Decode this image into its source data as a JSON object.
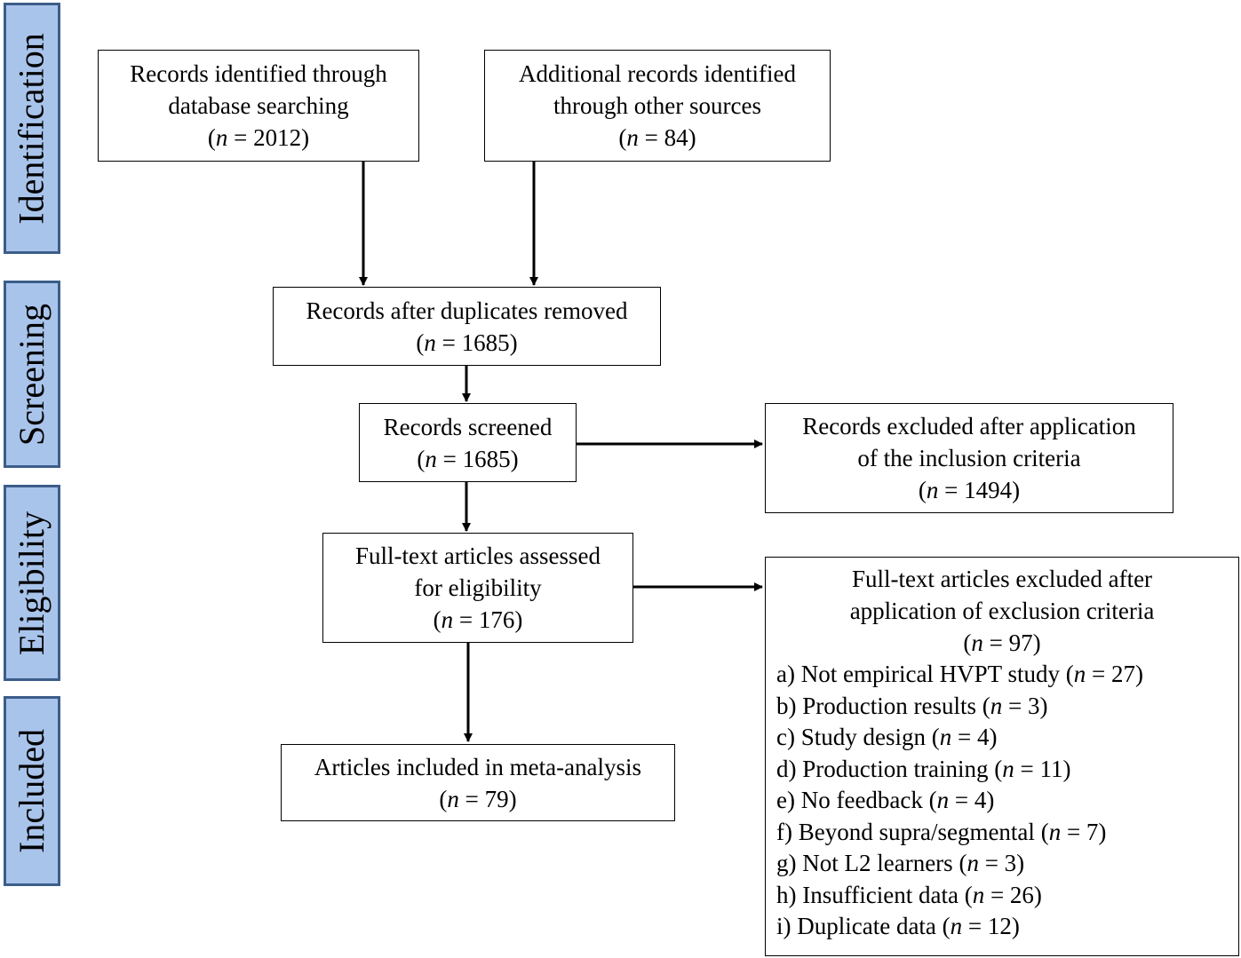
{
  "stages": {
    "identification": "Identification",
    "screening": "Screening",
    "eligibility": "Eligibility",
    "included": "Included"
  },
  "boxes": {
    "database": {
      "lines": [
        "Records identified through",
        "database searching"
      ],
      "n": "2012"
    },
    "other_sources": {
      "lines": [
        "Additional records identified",
        "through other sources"
      ],
      "n": "84"
    },
    "after_duplicates": {
      "lines": [
        "Records after duplicates removed"
      ],
      "n": "1685"
    },
    "screened": {
      "lines": [
        "Records screened"
      ],
      "n": "1685"
    },
    "excluded_inclusion": {
      "lines": [
        "Records excluded after application",
        "of the inclusion criteria"
      ],
      "n": "1494"
    },
    "fulltext": {
      "lines": [
        "Full-text articles assessed",
        "for eligibility"
      ],
      "n": "176"
    },
    "excluded_fulltext": {
      "lines": [
        "Full-text articles excluded after",
        "application of exclusion criteria"
      ],
      "n": "97",
      "reasons": [
        {
          "label": "a) Not empirical HVPT study",
          "n": "27"
        },
        {
          "label": "b) Production results",
          "n": "3"
        },
        {
          "label": "c) Study design",
          "n": "4"
        },
        {
          "label": "d) Production training",
          "n": "11"
        },
        {
          "label": "e) No feedback",
          "n": "4"
        },
        {
          "label": "f) Beyond supra/segmental",
          "n": "7"
        },
        {
          "label": "g) Not L2 learners",
          "n": "3"
        },
        {
          "label": "h) Insufficient data",
          "n": "26"
        },
        {
          "label": "i) Duplicate data",
          "n": "12"
        }
      ]
    },
    "included": {
      "lines": [
        "Articles included in meta-analysis"
      ],
      "n": "79"
    }
  },
  "n_symbol": "n",
  "eq": " = "
}
